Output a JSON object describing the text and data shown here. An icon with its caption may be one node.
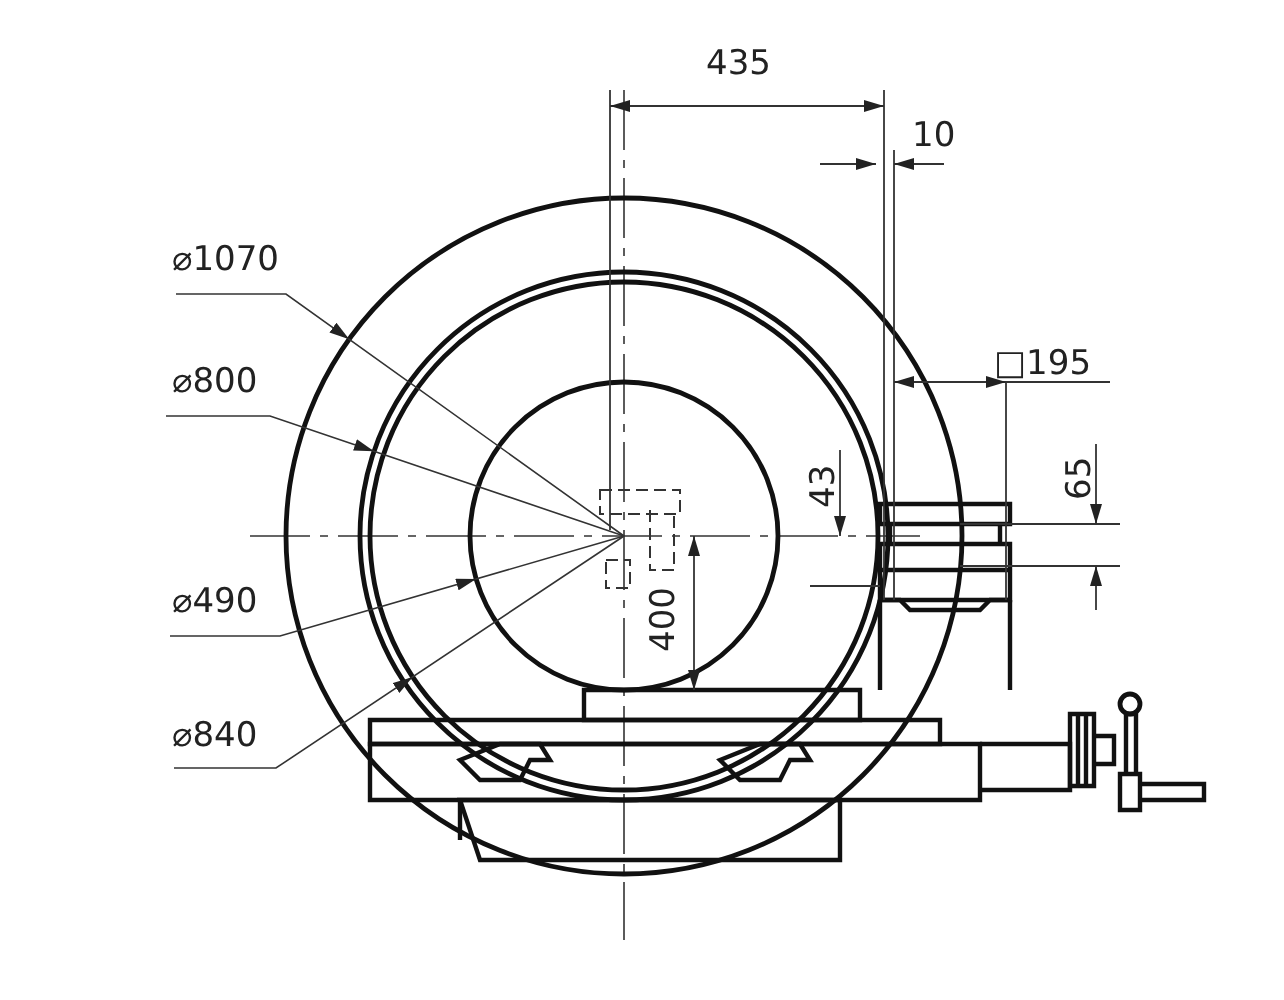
{
  "diagram": {
    "labels": [
      "435",
      "10",
      "⌀1070",
      "□195",
      "⌀800",
      "65",
      "43",
      "⌀490",
      "400",
      "⌀840"
    ]
  }
}
